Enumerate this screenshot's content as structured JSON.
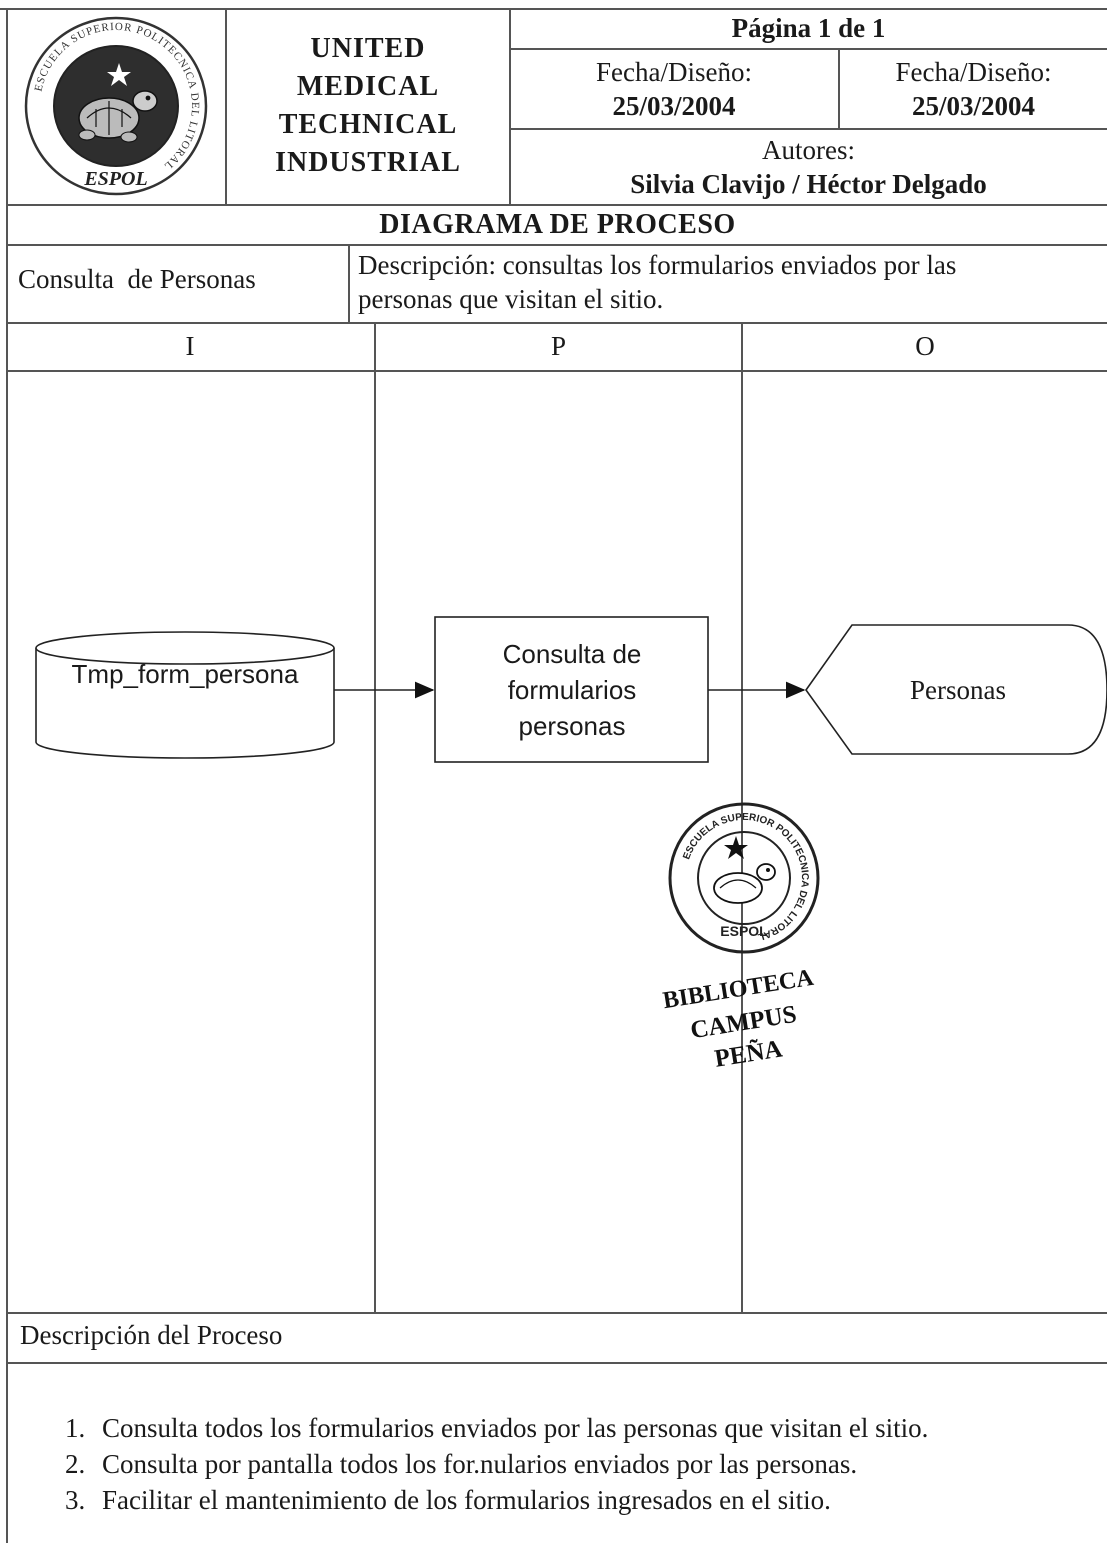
{
  "header": {
    "logo": {
      "icon": "espol-turtle-seal-icon",
      "text": "ESCUELA SUPERIOR POLITECNICA DEL LITORAL",
      "label": "ESPOL"
    },
    "company_lines": [
      "UNITED",
      "MEDICAL",
      "TECHNICAL",
      "INDUSTRIAL"
    ],
    "page": "Página 1 de 1",
    "dates": [
      {
        "label": "Fecha/Diseño:",
        "value": "25/03/2004"
      },
      {
        "label": "Fecha/Diseño:",
        "value": "25/03/2004"
      }
    ],
    "authors_label": "Autores:",
    "authors": "Silvia Clavijo / Héctor Delgado"
  },
  "title": "DIAGRAMA DE PROCESO",
  "process": {
    "name": "Consulta  de Personas",
    "description_line1": "Descripción: consultas los formularios enviados por las",
    "description_line2": "personas que visitan el sitio."
  },
  "columns": [
    "I",
    "P",
    "O"
  ],
  "diagram": {
    "input": "Tmp_form_persona",
    "process_lines": [
      "Consulta de",
      "formularios",
      "personas"
    ],
    "output": "Personas"
  },
  "stamp": {
    "icon": "espol-library-stamp-icon",
    "ring_text": "ESCUELA SUPERIOR POLITECNICA DEL LITORAL",
    "label": "ESPOL",
    "lines": [
      "BIBLIOTECA",
      "CAMPUS",
      "PEÑA"
    ]
  },
  "footer": {
    "title": "Descripción del Proceso",
    "steps": [
      "Consulta todos los formularios enviados por las personas que visitan el sitio.",
      "Consulta por pantalla todos los for.nularios enviados por las personas.",
      "Facilitar el mantenimiento de los formularios ingresados en el sitio."
    ]
  }
}
